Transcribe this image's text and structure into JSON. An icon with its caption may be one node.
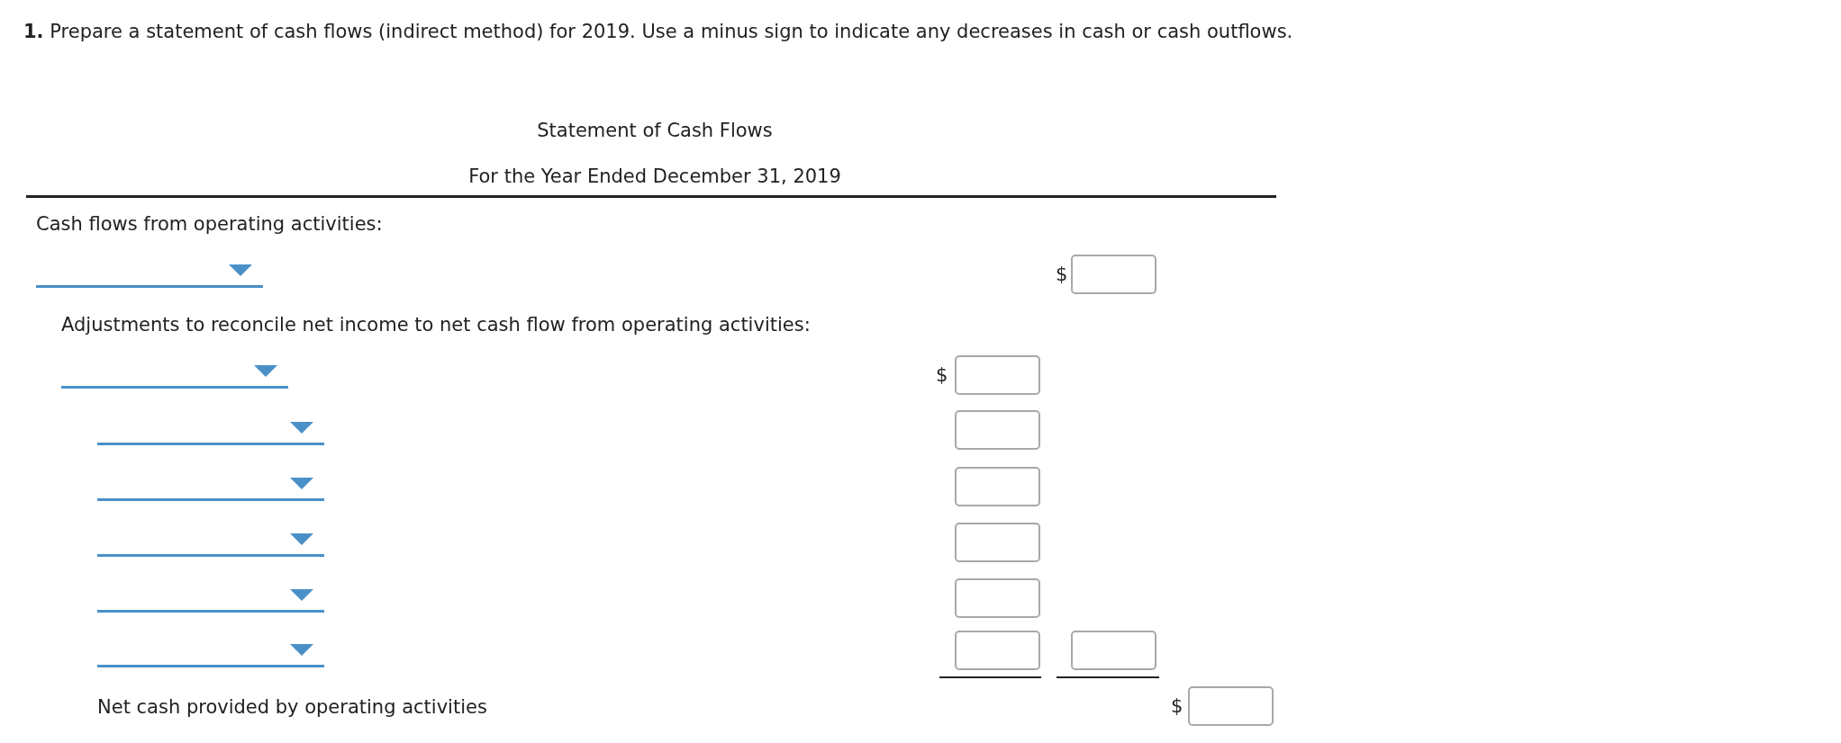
{
  "diagram": {
    "title": "**1.** Prepare a statement of cash flows (indirect method) for 2019. Use a minus sign to indicate any decreases in cash or cash outflows.",
    "labels": [
      "Statement of Cash Flows",
      "For the Year Ended December 31, 2019",
      "Cash flows from operating activities:",
      "$",
      "Adjustments to reconcile net income to net cash flow from operating activities:",
      "$",
      "Net cash provided by operating activities",
      "$"
    ]
  }
}
